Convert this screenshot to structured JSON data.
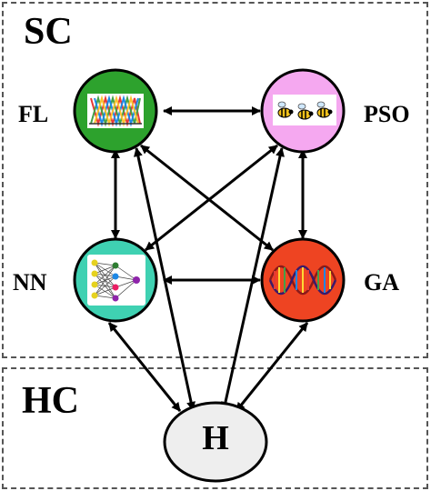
{
  "groups": {
    "soft_computing": {
      "label": "SC"
    },
    "hard_computing": {
      "label": "HC"
    }
  },
  "nodes": {
    "fl": {
      "label": "FL",
      "color": "#2da22d"
    },
    "pso": {
      "label": "PSO",
      "color": "#f5a8f0"
    },
    "nn": {
      "label": "NN",
      "color": "#3fd1b2"
    },
    "ga": {
      "label": "GA",
      "color": "#ee4422"
    },
    "h": {
      "label": "H",
      "color": "#eeeeee"
    }
  }
}
